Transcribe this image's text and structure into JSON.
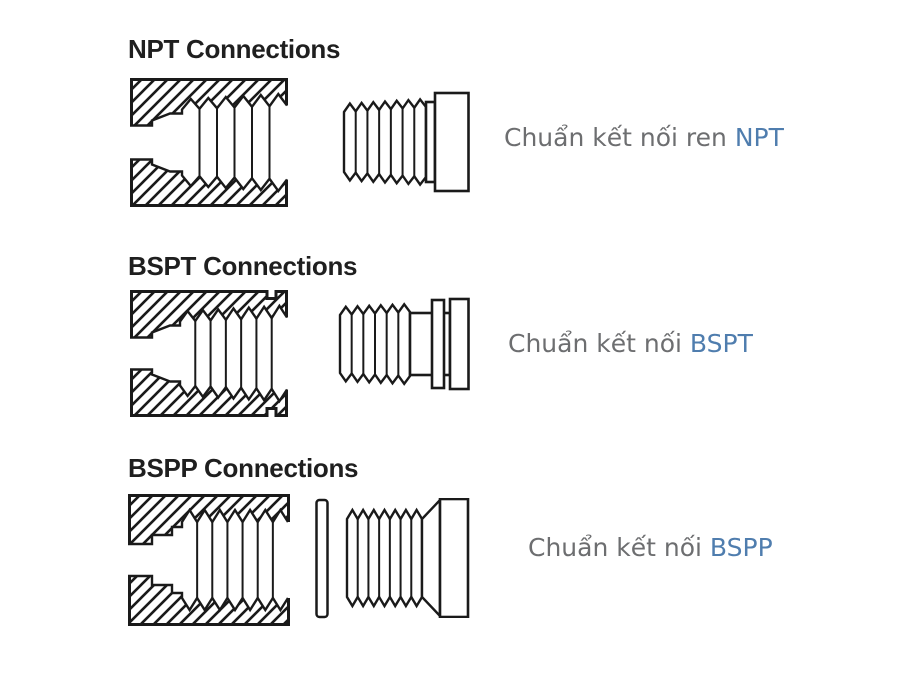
{
  "colors": {
    "background": "#ffffff",
    "line": "#1a1a1a",
    "title_text": "#1f1f1f",
    "caption_text": "#6d6e70",
    "caption_code_text": "#4f7dae"
  },
  "sections": [
    {
      "id": "npt",
      "title": "NPT Connections",
      "caption_prefix": "Chuẩn kết nối ren",
      "caption_code": "NPT",
      "female_drawing": "npt-female-threaded-socket-cross-section",
      "male_drawing": "npt-male-threaded-plug"
    },
    {
      "id": "bspt",
      "title": "BSPT Connections",
      "caption_prefix": "Chuẩn kết nối",
      "caption_code": "BSPT",
      "female_drawing": "bspt-female-threaded-socket-cross-section",
      "male_drawing": "bspt-male-threaded-plug"
    },
    {
      "id": "bspp",
      "title": "BSPP Connections",
      "caption_prefix": "Chuẩn kết nối",
      "caption_code": "BSPP",
      "female_drawing": "bspp-female-threaded-socket-cross-section",
      "male_drawing": "bspp-male-threaded-plug",
      "extra_drawing": "sealing-washer"
    }
  ]
}
